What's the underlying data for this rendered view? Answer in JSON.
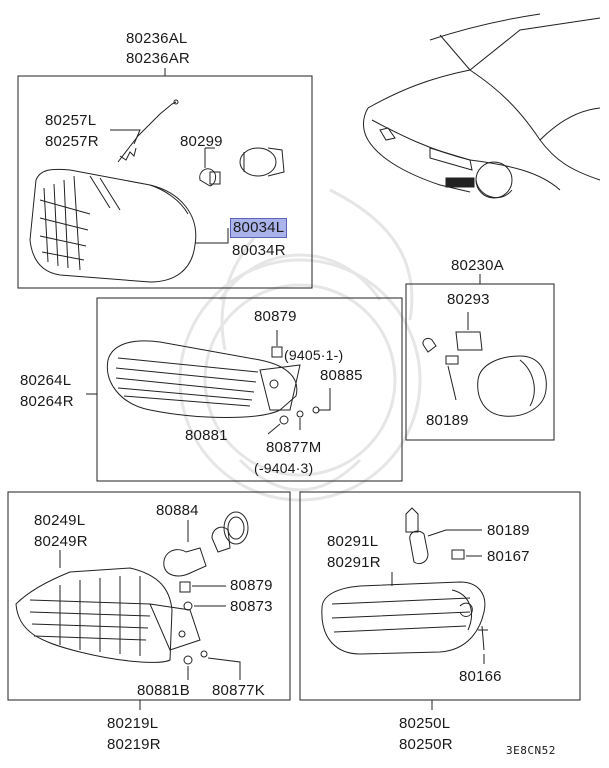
{
  "title_labels": {
    "top_group": [
      "80236AL",
      "80236AR"
    ]
  },
  "groups": {
    "headlamp": {
      "labels": [
        "80257L",
        "80257R",
        "80299",
        "80034L",
        "80034R"
      ],
      "highlighted": "80034L"
    },
    "side_marker": {
      "header": "80230A",
      "labels": [
        "80293",
        "80189"
      ]
    },
    "bumper_lamp": {
      "side_labels": [
        "80264L",
        "80264R"
      ],
      "labels": [
        "80879",
        "(9405·1-)",
        "80885",
        "80881",
        "80877M",
        "(-9404·3)"
      ]
    },
    "front_combo": {
      "labels": [
        "80249L",
        "80249R",
        "80884",
        "80879",
        "80873",
        "80881B",
        "80877K"
      ],
      "bottom_labels": [
        "80219L",
        "80219R"
      ]
    },
    "fog_lamp": {
      "labels": [
        "80291L",
        "80291R",
        "80189",
        "80167",
        "80166"
      ],
      "bottom_labels": [
        "80250L",
        "80250R"
      ]
    }
  },
  "figure_code": "3E8CN52",
  "colors": {
    "line": "#222222",
    "highlight": "#aab3ea",
    "watermark": "#e4e4e4"
  }
}
